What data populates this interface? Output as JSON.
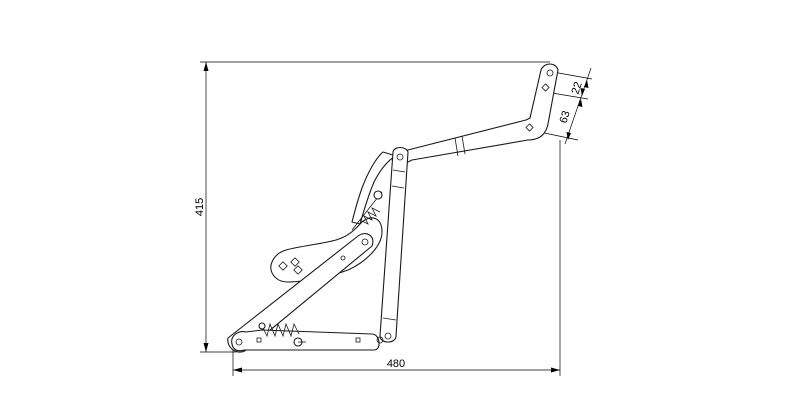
{
  "drawing": {
    "dimensions": {
      "overall_height": "415",
      "overall_width": "480",
      "hole_spacing_top": "22",
      "hole_spacing_bottom": "63"
    }
  }
}
